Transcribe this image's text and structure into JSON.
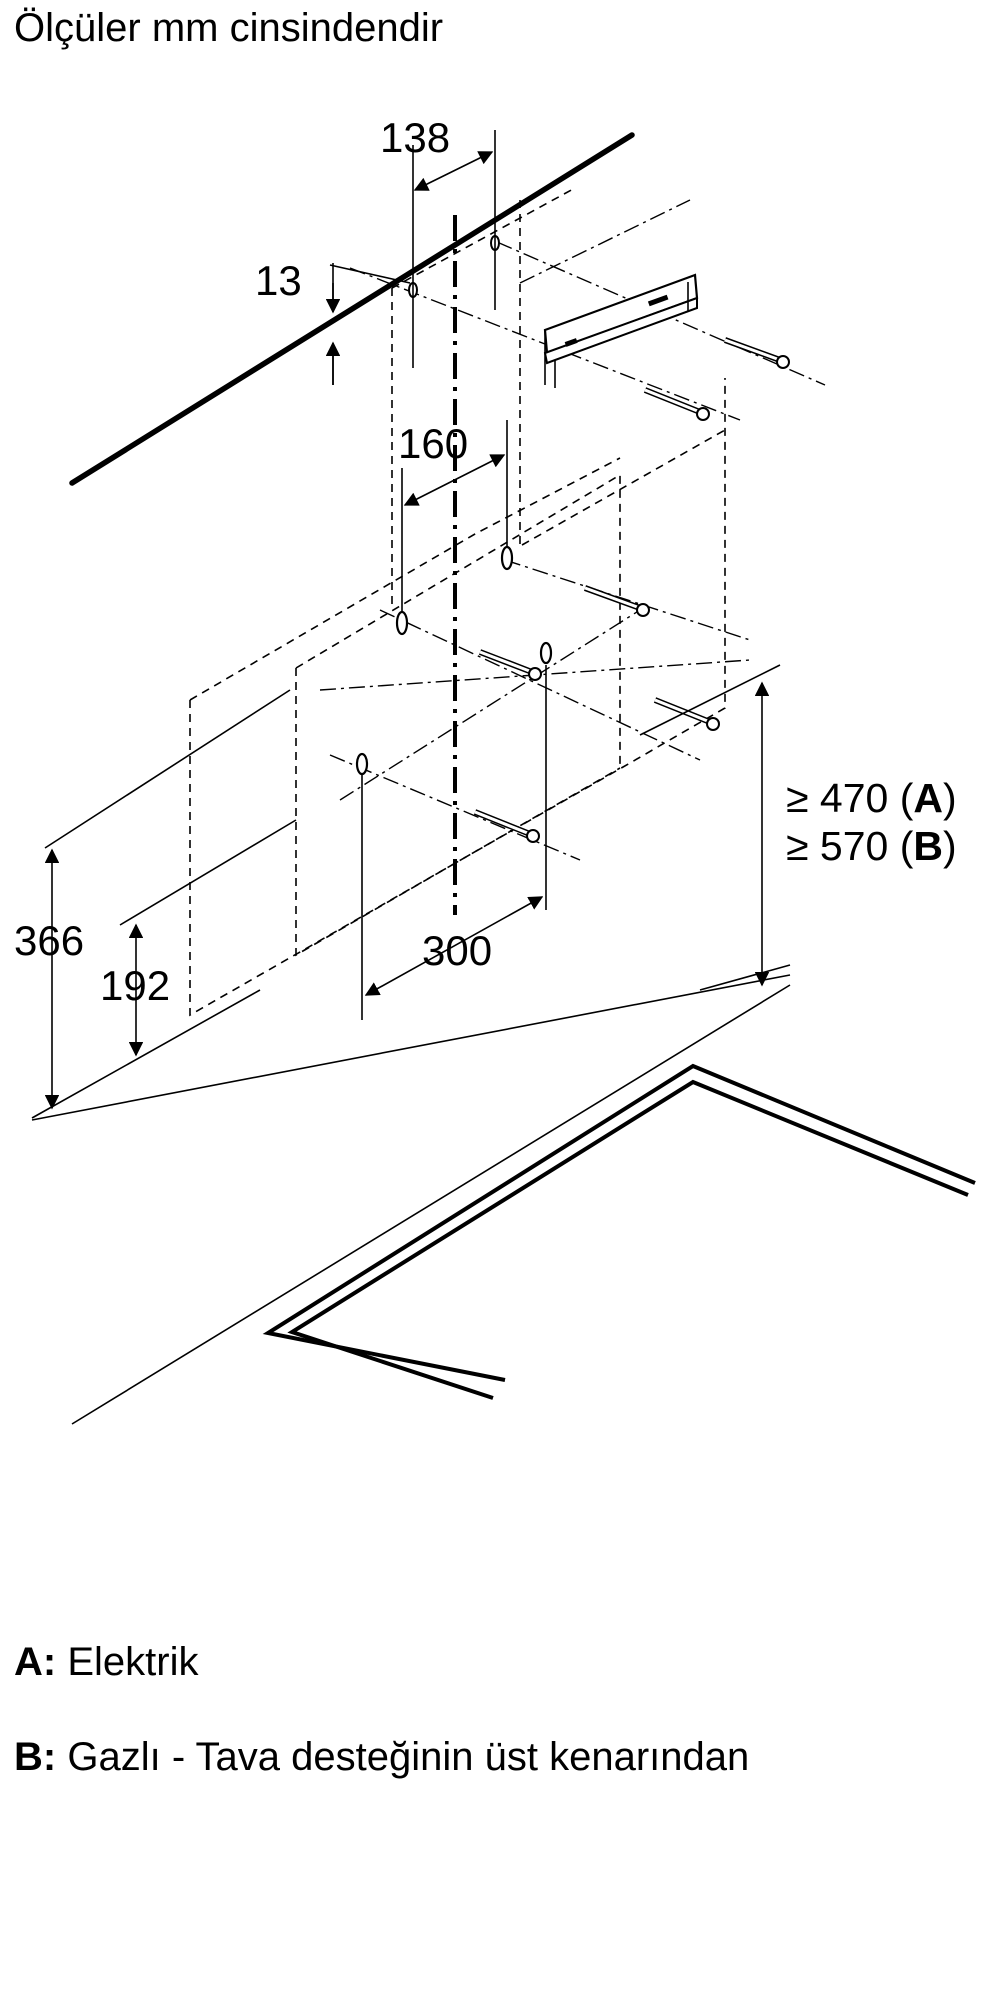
{
  "title": "Ölçüler mm cinsindendir",
  "dimensions": {
    "d138": "138",
    "d13": "13",
    "d160": "160",
    "d366": "366",
    "d192": "192",
    "d300": "300"
  },
  "clearance": {
    "line_a_prefix": "≥ 470 (",
    "line_a_key": "A",
    "line_a_suffix": ")",
    "line_b_prefix": "≥ 570 (",
    "line_b_key": "B",
    "line_b_suffix": ")"
  },
  "legend": {
    "a_key": "A:",
    "a_text": "Elektrik",
    "b_key": "B:",
    "b_text": "Gazlı - Tava desteğinin üst kenarından"
  }
}
